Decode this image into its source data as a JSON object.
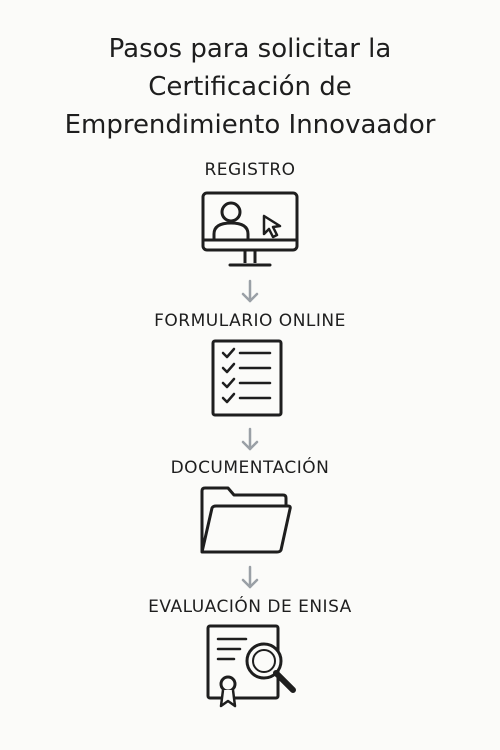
{
  "title": {
    "line1": "Pasos para solicitar la",
    "line2": "Certificación de",
    "line3": "Emprendimiento Innovaador"
  },
  "steps": [
    {
      "label": "REGISTRO",
      "icon": "computer-user-icon"
    },
    {
      "label": "FORMULARIO ONLINE",
      "icon": "checklist-icon"
    },
    {
      "label": "DOCUMENTACIÓN",
      "icon": "folder-icon"
    },
    {
      "label": "EVALUACIÓN DE ENISA",
      "icon": "certificate-magnifier-icon"
    }
  ],
  "colors": {
    "background": "#fbfbf9",
    "ink": "#1e1e1e",
    "arrow": "#9aa0a6"
  }
}
